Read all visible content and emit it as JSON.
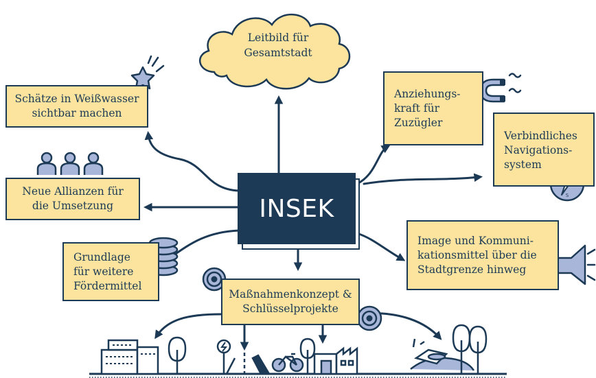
{
  "center": {
    "label": "INSEK"
  },
  "nodes": {
    "leitbild": {
      "lines": [
        "Leitbild für",
        "Gesamtstadt"
      ]
    },
    "schaetze": {
      "lines": [
        "Schätze in Weißwasser",
        "sichtbar machen"
      ]
    },
    "allianzen": {
      "lines": [
        "Neue Allianzen für",
        "die Umsetzung"
      ]
    },
    "grundlage": {
      "lines": [
        "Grundlage",
        "für weitere",
        "Fördermittel"
      ]
    },
    "massnahmen": {
      "lines": [
        "Maßnahmenkonzept &",
        "Schlüsselprojekte"
      ]
    },
    "anziehung": {
      "lines": [
        "Anziehungs-",
        "kraft für",
        "Zuzügler"
      ]
    },
    "navigation": {
      "lines": [
        "Verbindliches",
        "Navigations-",
        "system"
      ]
    },
    "image": {
      "lines": [
        "Image und Kommuni-",
        "kationsmittel über die",
        "Stadtgrenze hinweg"
      ]
    }
  },
  "icons": [
    "star-icon",
    "people-icon",
    "coin-stack-icon",
    "target-icon",
    "magnet-icon",
    "compass-icon",
    "megaphone-icon",
    "building-icon",
    "tree-icon",
    "charging-station-icon",
    "road-icon",
    "bicycle-icon",
    "factory-icon",
    "landscape-icon"
  ],
  "colors": {
    "navy": "#1c3a55",
    "box_fill": "#fde49e",
    "background": "#ffffff"
  }
}
